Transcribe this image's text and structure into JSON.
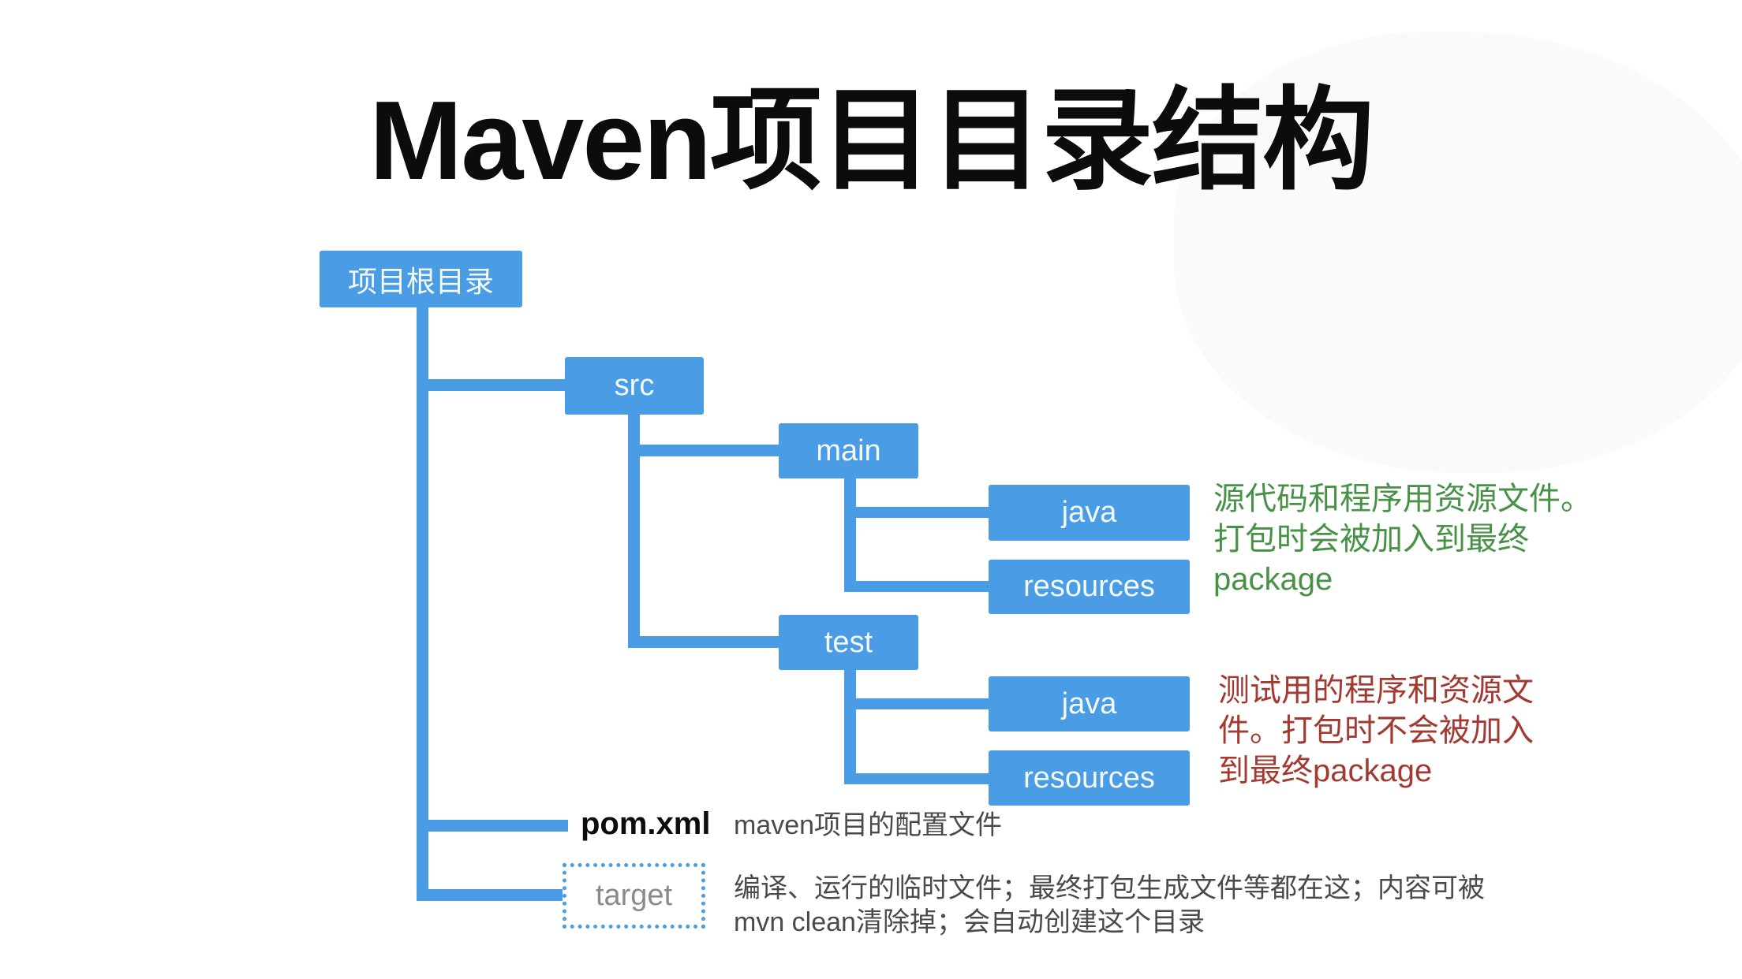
{
  "title": "Maven项目目录结构",
  "colors": {
    "bg": "#ffffff",
    "box_blue": "#4a9ce4",
    "label_white": "#f3f9ff",
    "title_black": "#0c0c0c",
    "note_green": "#479247",
    "note_red": "#a23a32",
    "note_gray": "#4a4a4a",
    "target_gray": "#8a8a8a"
  },
  "tree": {
    "root": {
      "label": "项目根目录"
    },
    "src": {
      "label": "src"
    },
    "main": {
      "label": "main"
    },
    "main_java": {
      "label": "java"
    },
    "main_resources": {
      "label": "resources"
    },
    "test": {
      "label": "test"
    },
    "test_java": {
      "label": "java"
    },
    "test_resources": {
      "label": "resources"
    },
    "pom": {
      "label": "pom.xml"
    },
    "target": {
      "label": "target"
    }
  },
  "notes": {
    "main_note": {
      "lines": [
        "源代码和程序用资源文件。",
        "打包时会被加入到最终",
        "package"
      ]
    },
    "test_note": {
      "lines": [
        "测试用的程序和资源文",
        "件。打包时不会被加入",
        "到最终package"
      ]
    },
    "pom_note": {
      "text": "maven项目的配置文件"
    },
    "target_note": {
      "lines": [
        "编译、运行的临时文件；最终打包生成文件等都在这；内容可被",
        "mvn clean清除掉；会自动创建这个目录"
      ]
    }
  }
}
